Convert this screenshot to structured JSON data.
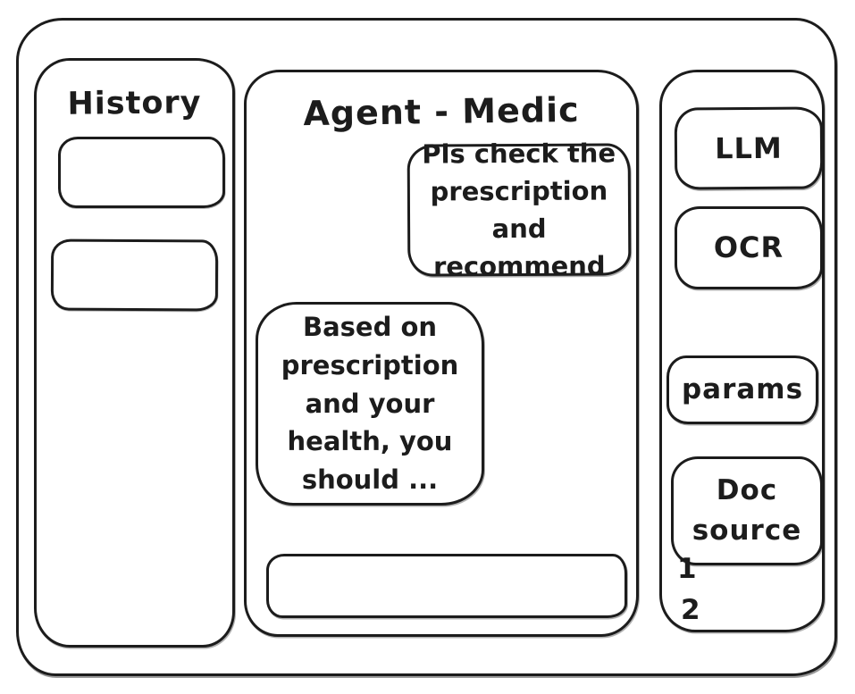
{
  "history_panel": {
    "title": "History"
  },
  "chat": {
    "title": "Agent - Medic",
    "user_message": "Pls check the prescription and recommend",
    "agent_message": "Based on prescription and your health, you should ...",
    "input_value": ""
  },
  "tools_panel": {
    "llm_label": "LLM",
    "ocr_label": "OCR",
    "params_label": "params",
    "doc_source_label": "Doc source",
    "doc_source_items": [
      "1",
      "2"
    ]
  },
  "colors": {
    "ink": "#1c1c1c",
    "background": "#ffffff"
  }
}
